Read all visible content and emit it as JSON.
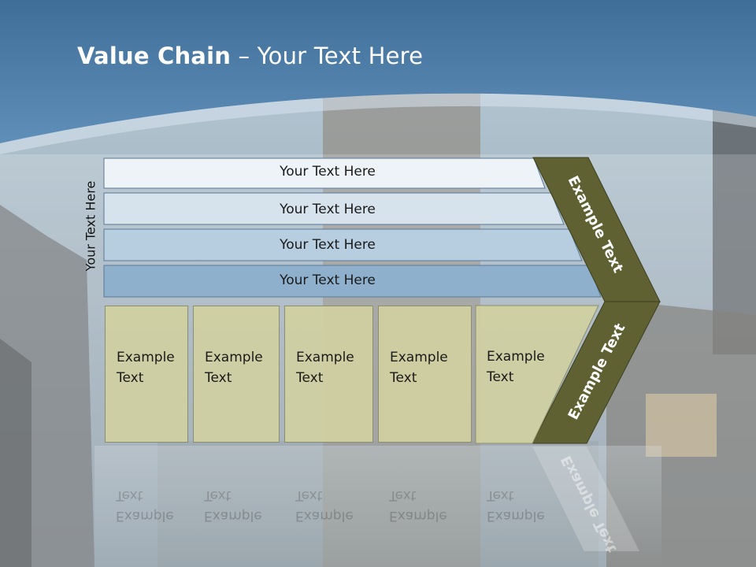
{
  "slide": {
    "title_bold": "Value Chain",
    "title_rest": " – Your Text Here",
    "side_label": "Your Text Here",
    "rows": [
      {
        "label": "Your Text Here",
        "color": "#eef3f8"
      },
      {
        "label": "Your Text Here",
        "color": "#d6e2ec"
      },
      {
        "label": "Your Text Here",
        "color": "#b7cde0"
      },
      {
        "label": "Your Text Here",
        "color": "#8eb0cc"
      }
    ],
    "boxes": [
      {
        "line1": "Example",
        "line2": "Text"
      },
      {
        "line1": "Example",
        "line2": "Text"
      },
      {
        "line1": "Example",
        "line2": "Text"
      },
      {
        "line1": "Example",
        "line2": "Text"
      },
      {
        "line1": "Example",
        "line2": "Text"
      }
    ],
    "chevron_top_label": "Example Text",
    "chevron_bottom_label": "Example Text",
    "colors": {
      "header_blue": "#4a7ba8",
      "chevron_olive": "#5f6132",
      "box_khaki": "#d0d0a0"
    }
  }
}
